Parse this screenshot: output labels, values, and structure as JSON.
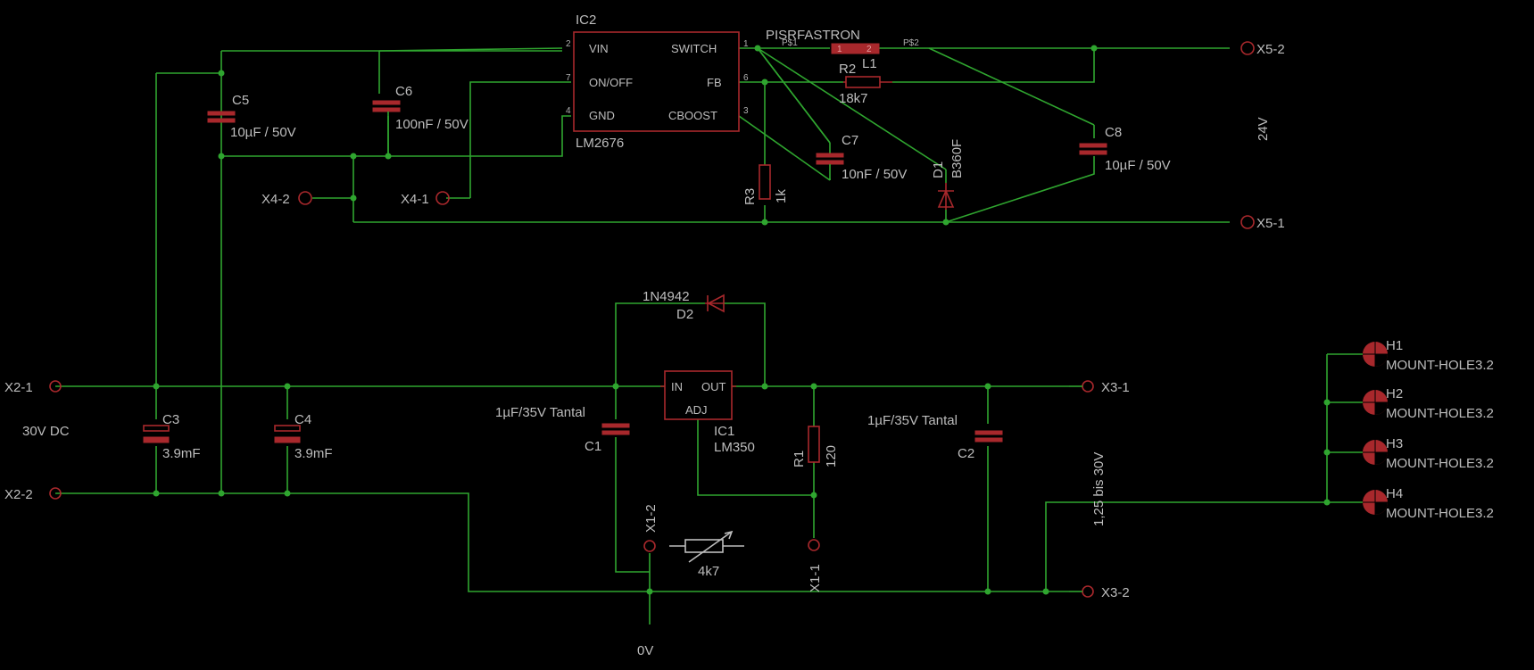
{
  "ic2": {
    "ref": "IC2",
    "value": "LM2676",
    "pins": [
      "VIN",
      "SWITCH",
      "ON/OFF",
      "FB",
      "GND",
      "CBOOST"
    ],
    "pin_numbers": [
      "2",
      "1",
      "7",
      "6",
      "4",
      "3"
    ]
  },
  "ic1": {
    "ref": "IC1",
    "value": "LM350",
    "pins": [
      "IN",
      "OUT",
      "ADJ"
    ]
  },
  "l1": {
    "ref": "L1",
    "value": "PISRFASTRON",
    "pin1": "1",
    "pin2": "2",
    "pad1": "P$1",
    "pad2": "P$2"
  },
  "r2": {
    "ref": "R2",
    "value": "18k7"
  },
  "r3": {
    "ref": "R3",
    "value": "1k"
  },
  "r1": {
    "ref": "R1",
    "value": "120"
  },
  "pot": {
    "value": "4k7"
  },
  "c5": {
    "ref": "C5",
    "value": "10µF / 50V"
  },
  "c6": {
    "ref": "C6",
    "value": "100nF / 50V"
  },
  "c7": {
    "ref": "C7",
    "value": "10nF / 50V"
  },
  "c8": {
    "ref": "C8",
    "value": "10µF / 50V"
  },
  "c3": {
    "ref": "C3",
    "value": "3.9mF"
  },
  "c4": {
    "ref": "C4",
    "value": "3.9mF"
  },
  "c1": {
    "ref": "C1",
    "value": "1µF/35V Tantal"
  },
  "c2": {
    "ref": "C2",
    "value": "1µF/35V Tantal"
  },
  "d1": {
    "ref": "D1",
    "value": "B360F"
  },
  "d2": {
    "ref": "D2",
    "value": "1N4942"
  },
  "connectors": {
    "x5_2": "X5-2",
    "x5_1": "X5-1",
    "x4_2": "X4-2",
    "x4_1": "X4-1",
    "x2_1": "X2-1",
    "x2_2": "X2-2",
    "x3_1": "X3-1",
    "x3_2": "X3-2",
    "x1_1": "X1-1",
    "x1_2": "X1-2"
  },
  "labels": {
    "v24": "24V",
    "v30": "30V DC",
    "vadj": "1,25 bis 30V",
    "gnd": "0V"
  },
  "holes": [
    {
      "ref": "H1",
      "value": "MOUNT-HOLE3.2"
    },
    {
      "ref": "H2",
      "value": "MOUNT-HOLE3.2"
    },
    {
      "ref": "H3",
      "value": "MOUNT-HOLE3.2"
    },
    {
      "ref": "H4",
      "value": "MOUNT-HOLE3.2"
    }
  ]
}
